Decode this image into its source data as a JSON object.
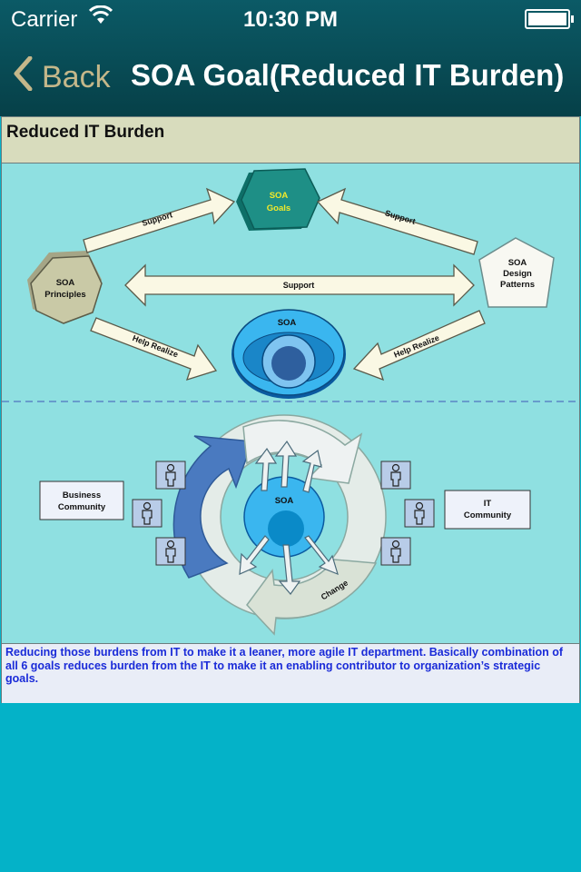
{
  "status_bar": {
    "carrier": "Carrier",
    "time": "10:30 PM"
  },
  "nav": {
    "back_label": "Back",
    "title": "SOA Goal(Reduced IT Burden)"
  },
  "panel": {
    "header": "Reduced IT Burden",
    "caption": "Reducing those burdens from IT to make it a leaner, more agile IT department. Basically combination of all 6 goals reduces burden from the IT to make it an enabling contributor to organization’s strategic goals."
  },
  "diagram": {
    "soa_goals_line1": "SOA",
    "soa_goals_line2": "Goals",
    "soa_principles_line1": "SOA",
    "soa_principles_line2": "Principles",
    "soa_design_line1": "SOA",
    "soa_design_line2": "Design",
    "soa_design_line3": "Patterns",
    "support_left": "Support",
    "support_right": "Support",
    "support_center": "Support",
    "help_realize_left": "Help Realize",
    "help_realize_right": "Help Realize",
    "soa_top": "SOA",
    "soa_cycle": "SOA",
    "change": "Change",
    "business_line1": "Business",
    "business_line2": "Community",
    "it_line1": "IT",
    "it_line2": "Community"
  },
  "colors": {
    "diagram_bg": "#8fe0e1",
    "hexagon": "#1e8f86",
    "soa_goals_text": "#f2ea2a",
    "principles": "#c9c9a6",
    "arrow_fill": "#faf8e4",
    "caption_text": "#1a2bd8"
  }
}
